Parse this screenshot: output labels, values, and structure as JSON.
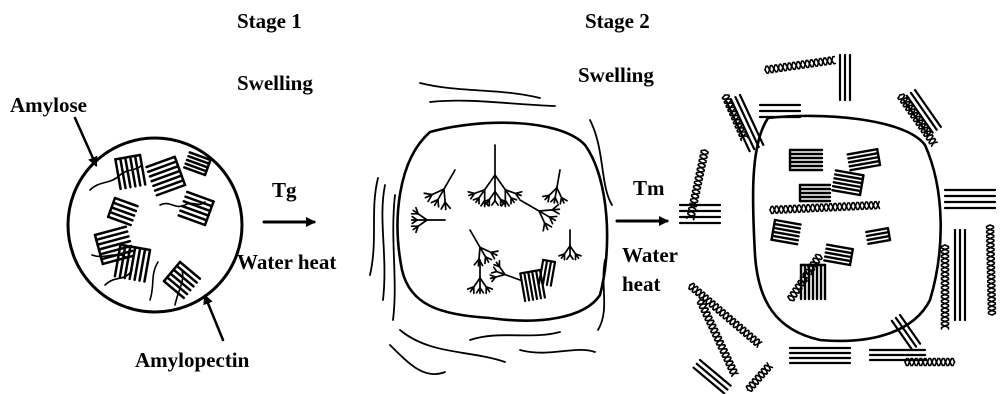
{
  "stage1": {
    "title": "Stage 1",
    "process": "Swelling",
    "transition": "Tg",
    "condition": "Water heat"
  },
  "stage2": {
    "title": "Stage 2",
    "process": "Swelling",
    "transition": "Tm",
    "condition_line1": "Water",
    "condition_line2": "heat"
  },
  "labels": {
    "amylose": "Amylose",
    "amylopectin": "Amylopectin"
  },
  "colors": {
    "ink": "#000000",
    "background": "#ffffff"
  }
}
